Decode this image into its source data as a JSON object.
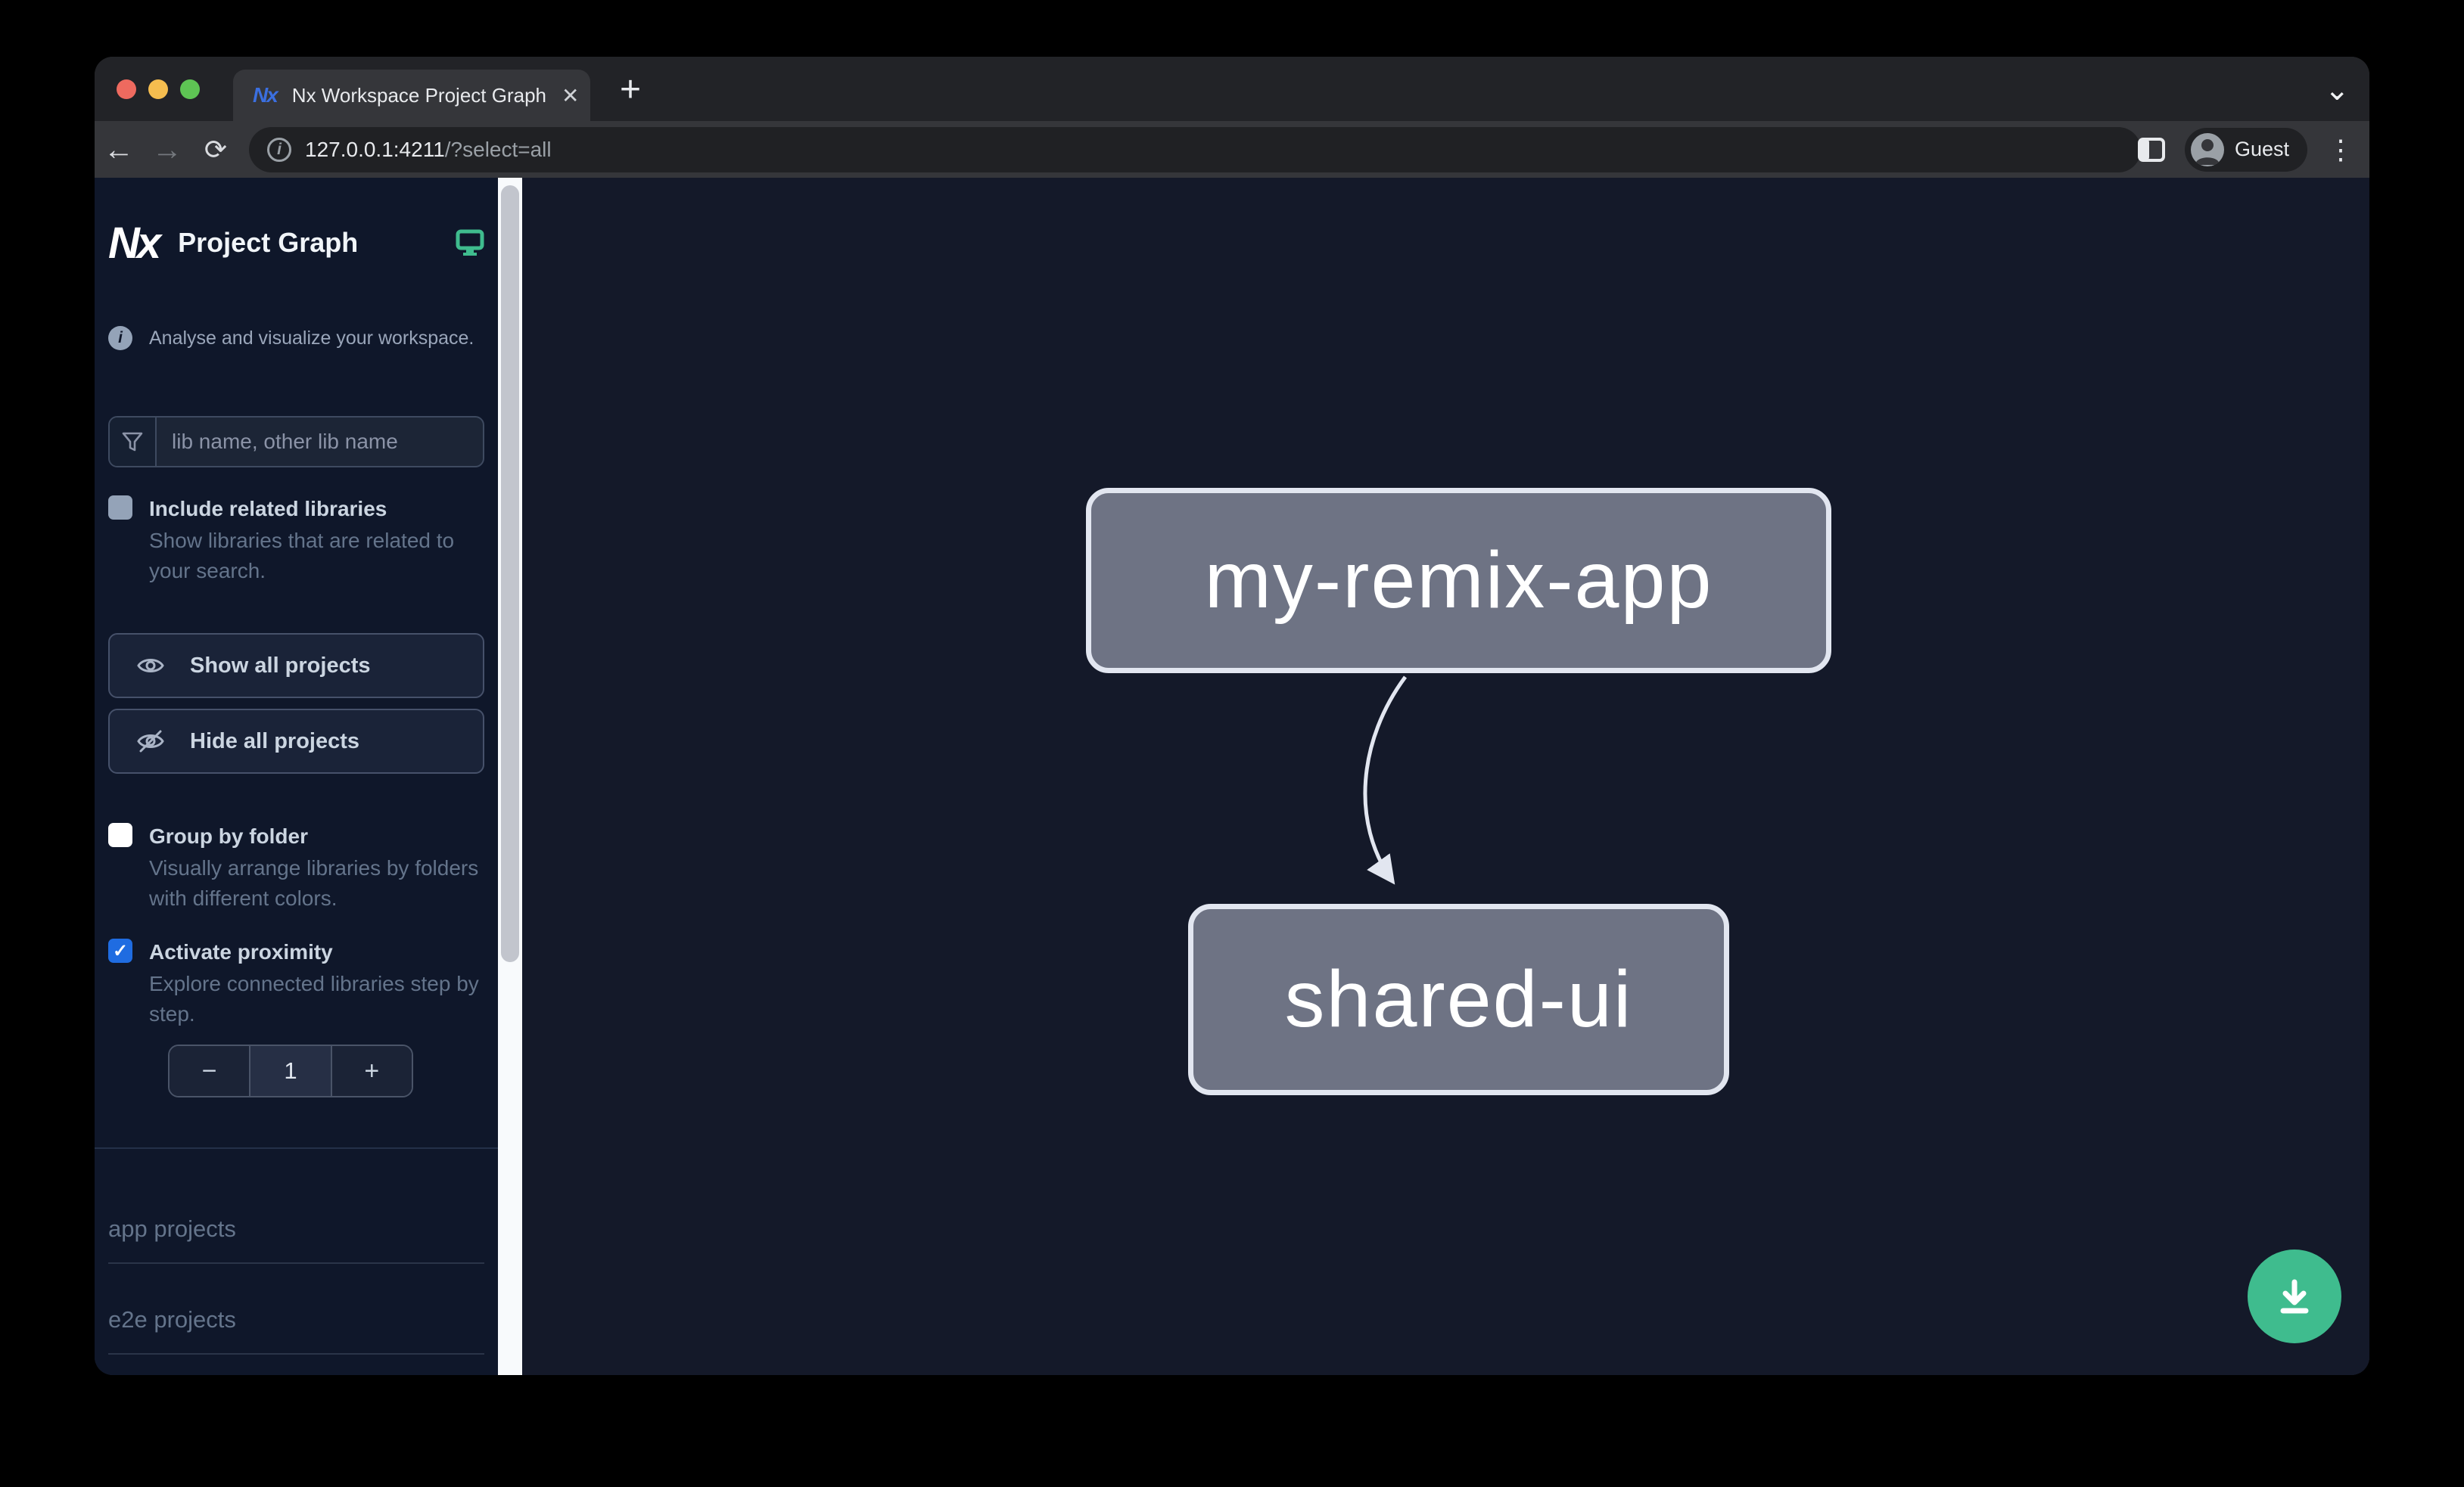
{
  "browser": {
    "tab_title": "Nx Workspace Project Graph",
    "url_host": "127.0.0.1:4211",
    "url_path": "/?select=all",
    "profile_label": "Guest"
  },
  "icons": {
    "nx_logo": "Nx",
    "close": "✕",
    "new_tab": "+",
    "chevron_down": "⌄",
    "back": "←",
    "forward": "→",
    "reload": "⟳",
    "more": "⋮",
    "minus": "−",
    "plus": "+",
    "check": "✓",
    "info": "i"
  },
  "sidebar": {
    "title": "Project Graph",
    "tagline": "Analyse and visualize your workspace.",
    "filter_placeholder": "lib name, other lib name",
    "include_related_label": "Include related libraries",
    "include_related_desc": "Show libraries that are related to your search.",
    "include_related_checked": false,
    "show_all_label": "Show all projects",
    "hide_all_label": "Hide all projects",
    "group_by_folder_label": "Group by folder",
    "group_by_folder_desc": "Visually arrange libraries by folders with different colors.",
    "group_by_folder_checked": false,
    "activate_proximity_label": "Activate proximity",
    "activate_proximity_desc": "Explore connected libraries step by step.",
    "activate_proximity_checked": true,
    "proximity_value": "1",
    "sections": [
      {
        "label": "app projects"
      },
      {
        "label": "e2e projects"
      }
    ]
  },
  "graph": {
    "nodes": [
      {
        "label": "my-remix-app"
      },
      {
        "label": "shared-ui"
      }
    ],
    "edges": [
      {
        "from": "my-remix-app",
        "to": "shared-ui"
      }
    ]
  },
  "colors": {
    "accent_green": "#3fbc8e",
    "checkbox_blue": "#1f6ce1",
    "node_fill": "#6e7384",
    "node_border": "#e2e6f0",
    "canvas_bg": "#141929",
    "sidebar_bg": "#0f172a"
  }
}
